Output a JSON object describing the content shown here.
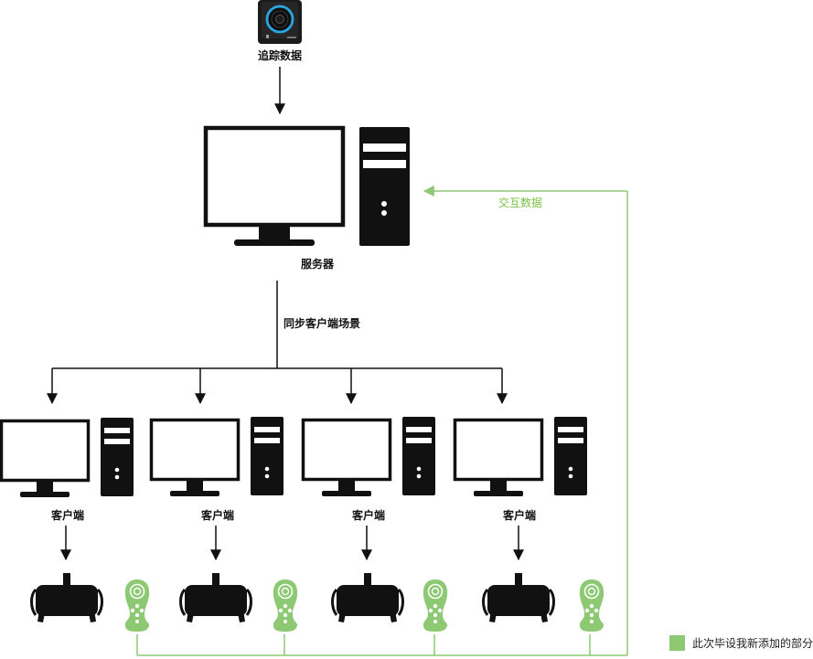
{
  "nodes": {
    "tracker_label": "追踪数据",
    "server_label": "服务器",
    "sync_label": "同步客户端场景",
    "interaction_label": "交互数据",
    "client_labels": [
      "客户端",
      "客户端",
      "客户端",
      "客户端"
    ]
  },
  "legend": {
    "text": "此次毕设我新添加的部分",
    "color": "#8dc873"
  },
  "colors": {
    "black": "#111111",
    "green_line": "#8dc873",
    "controller_fill": "#8dc873"
  },
  "icons": {
    "tracker": "tracking-camera-icon",
    "server": "desktop-computer-icon",
    "client": "desktop-computer-icon",
    "headset": "vr-headset-icon",
    "controller": "vr-controller-icon"
  }
}
